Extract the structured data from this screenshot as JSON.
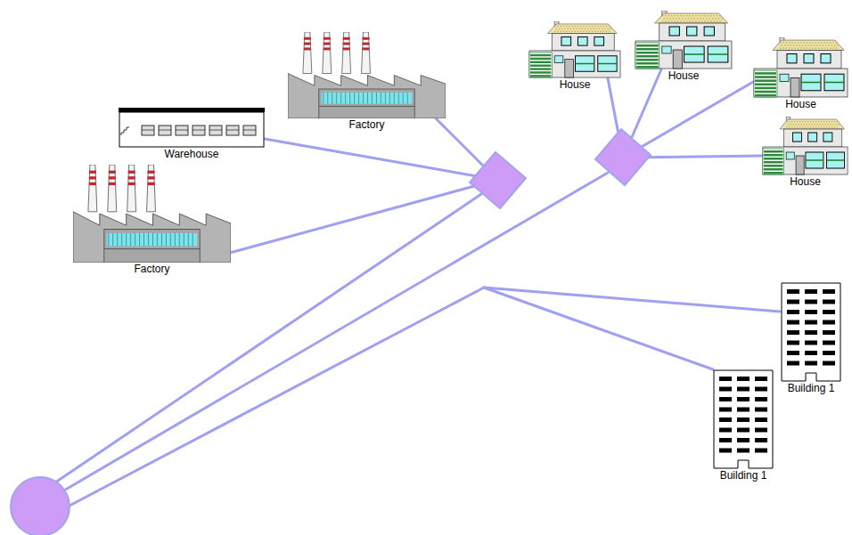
{
  "diagram": {
    "nodes": [
      {
        "text": [
          "House"
        ]
      },
      {
        "text": [
          "House"
        ]
      },
      {
        "text": [
          "Factory"
        ]
      },
      {
        "text": [
          "House"
        ]
      },
      {
        "text": [
          "Warehouse"
        ]
      },
      {
        "text": [
          "House"
        ]
      },
      {
        "text": [
          "Factory"
        ]
      },
      {
        "text": [
          "Building 1"
        ]
      },
      {
        "text": [
          "Building 1"
        ]
      }
    ]
  }
}
